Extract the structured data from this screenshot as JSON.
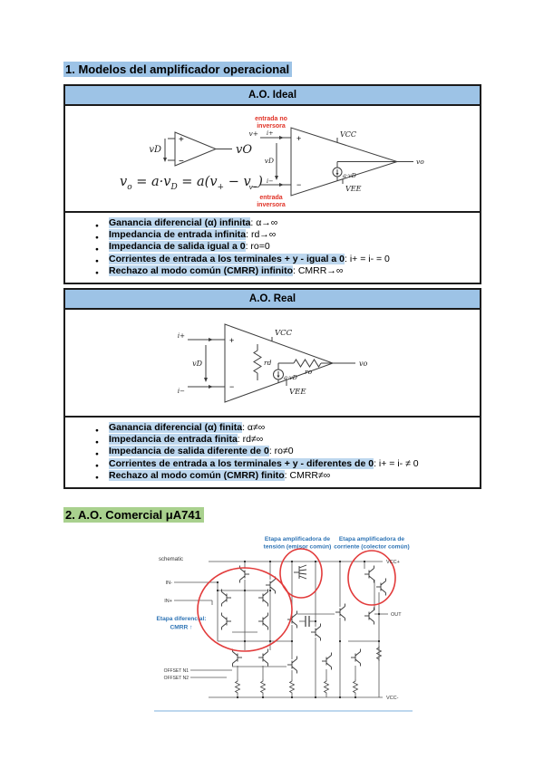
{
  "sections": {
    "s1": {
      "title": "1. Modelos del amplificador operacional"
    },
    "s2": {
      "title": "2. A.O. Comercial μA741"
    }
  },
  "ideal": {
    "header": "A.O. Ideal",
    "left": {
      "vd": "vD",
      "plus": "+",
      "minus": "−",
      "vo": "vO"
    },
    "right": {
      "in_noninv_l1": "entrada no",
      "in_noninv_l2": "inversora",
      "in_inv_l1": "entrada",
      "in_inv_l2": "inversora",
      "vplus": "v+",
      "vminus": "v−",
      "iplus": "i+",
      "iminus": "i−",
      "vd": "vD",
      "vcc": "VCC",
      "vee": "VEE",
      "src": "a·vD",
      "vo": "vo"
    },
    "formula": {
      "p1": "v",
      "s1": "o",
      "p2": " = a·v",
      "s2": "D",
      "p3": " = a(v",
      "s3": "+",
      "p4": " − v",
      "s4": "−",
      "p5": ")"
    },
    "bullets": [
      {
        "h": "Ganancia diferencial (α) infinita",
        "r": ": α→∞"
      },
      {
        "h": "Impedancia de entrada infinita",
        "r": ": rd→∞"
      },
      {
        "h": "Impedancia de salida igual a 0",
        "r": ": ro=0"
      },
      {
        "h": "Corrientes de entrada a los terminales + y - igual a 0",
        "r": ": i+ = i- = 0"
      },
      {
        "h": "Rechazo al modo común (CMRR) infinito",
        "r": ": CMRR→∞"
      }
    ]
  },
  "real": {
    "header": "A.O. Real",
    "diagram": {
      "iplus": "i+",
      "iminus": "i−",
      "plus": "+",
      "minus": "−",
      "vd": "vD",
      "rd": "rd",
      "ro": "ro",
      "src": "a·vD",
      "vcc": "VCC",
      "vee": "VEE",
      "vo": "vo"
    },
    "bullets": [
      {
        "h": "Ganancia diferencial (α) finita",
        "r": ": α≠∞"
      },
      {
        "h": "Impedancia de entrada finita",
        "r": ": rd≠∞"
      },
      {
        "h": "Impedancia de salida diferente de 0",
        "r": ": ro≠0"
      },
      {
        "h": "Corrientes de entrada a los terminales + y - diferentes de 0",
        "r": ": i+ = i- ≠ 0"
      },
      {
        "h": "Rechazo al modo común (CMRR) finito",
        "r": ": CMRR≠∞"
      }
    ]
  },
  "schematic": {
    "corner": "schematic",
    "stage_voltage_l1": "Etapa amplificadora de",
    "stage_voltage_l2": "tensión (emisor común)",
    "stage_current_l1": "Etapa amplificadora de",
    "stage_current_l2": "corriente (colector común)",
    "stage_diff_l1": "Etapa diferencial:",
    "stage_diff_l2": "CMRR ↑",
    "pin_in_minus": "IN-",
    "pin_in_plus": "IN+",
    "pin_offset_n1": "OFFSET N1",
    "pin_offset_n2": "OFFSET N2",
    "pin_vcc_plus": "VCC+",
    "pin_out": "OUT",
    "pin_vcc_minus": "VCC-"
  },
  "colors": {
    "highlight_blue": "#9DC3E6",
    "highlight_light_blue": "#BDD7EE",
    "highlight_green": "#A9D18E",
    "annotation_red": "#E03226",
    "annotation_blue": "#2E74B5"
  }
}
